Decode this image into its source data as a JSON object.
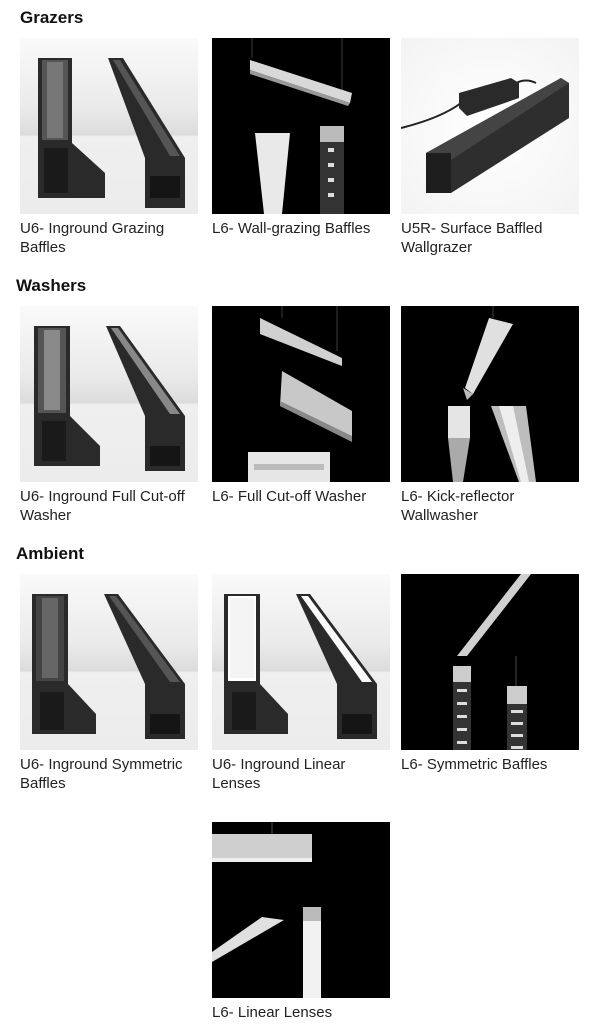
{
  "sections": [
    {
      "title": "Grazers",
      "items": [
        {
          "caption": "U6- Inground Grazing Baffles",
          "image": "inground-grazing-baffles-render"
        },
        {
          "caption": "L6- Wall-grazing Baffles",
          "image": "wall-grazing-baffles-render"
        },
        {
          "caption": "U5R- Surface Baffled Wallgrazer",
          "image": "surface-baffled-wallgrazer-render"
        }
      ]
    },
    {
      "title": "Washers",
      "items": [
        {
          "caption": "U6- Inground Full Cut-off Washer",
          "image": "inground-full-cutoff-washer-render"
        },
        {
          "caption": "L6- Full Cut-off Washer",
          "image": "full-cutoff-washer-render"
        },
        {
          "caption": "L6- Kick-reflector Wallwasher",
          "image": "kick-reflector-wallwasher-render"
        }
      ]
    },
    {
      "title": "Ambient",
      "items": [
        {
          "caption": "U6- Inground Symmetric Baffles",
          "image": "inground-symmetric-baffles-render"
        },
        {
          "caption": "U6- Inground Linear Lenses",
          "image": "inground-linear-lenses-render"
        },
        {
          "caption": "L6- Symmetric Baffles",
          "image": "symmetric-baffles-render"
        },
        {
          "caption": "L6- Linear Lenses",
          "image": "linear-lenses-render"
        }
      ]
    }
  ]
}
